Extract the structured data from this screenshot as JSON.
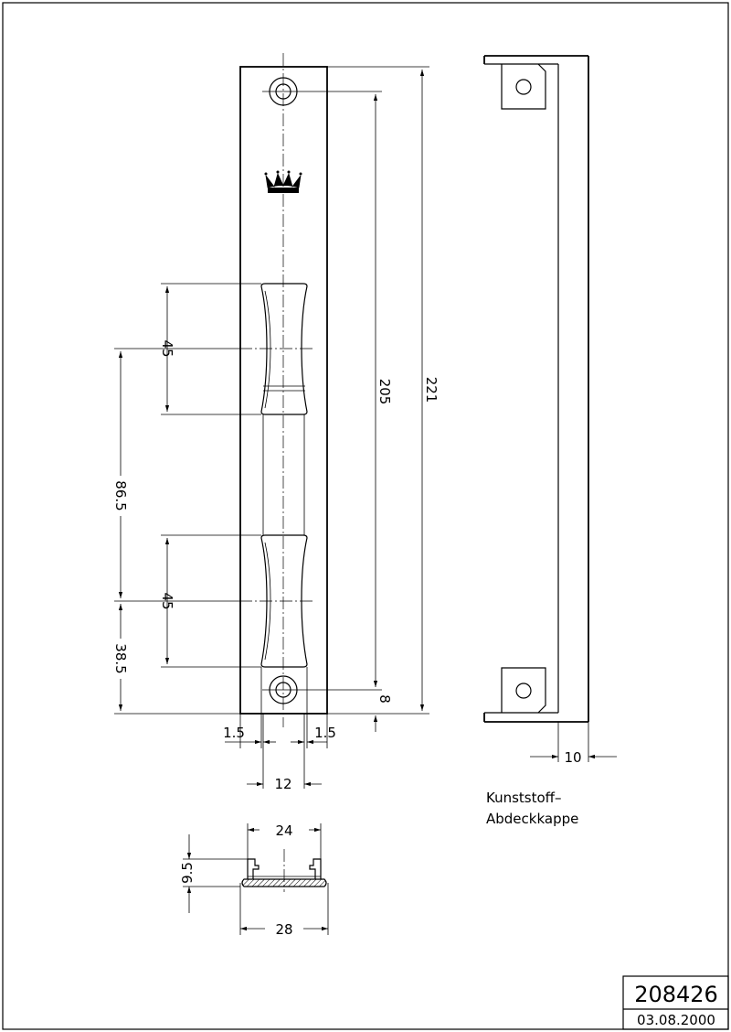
{
  "dimensions": {
    "overall_length": "221",
    "hole_spacing": "205",
    "slot_length_upper": "45",
    "slot_length_lower": "45",
    "slot_offset_upper": "86.5",
    "slot_offset_lower": "38.5",
    "edge_offset": "8",
    "margin_left": "1.5",
    "margin_right": "1.5",
    "slot_width": "12",
    "cap_depth": "10",
    "profile_inner_width": "24",
    "profile_height": "9.5",
    "profile_outer_width": "28"
  },
  "note": {
    "line1": "Kunststoff–",
    "line2": "Abdeckkappe"
  },
  "title_block": {
    "drawing_number": "208426",
    "date": "03.08.2000"
  }
}
